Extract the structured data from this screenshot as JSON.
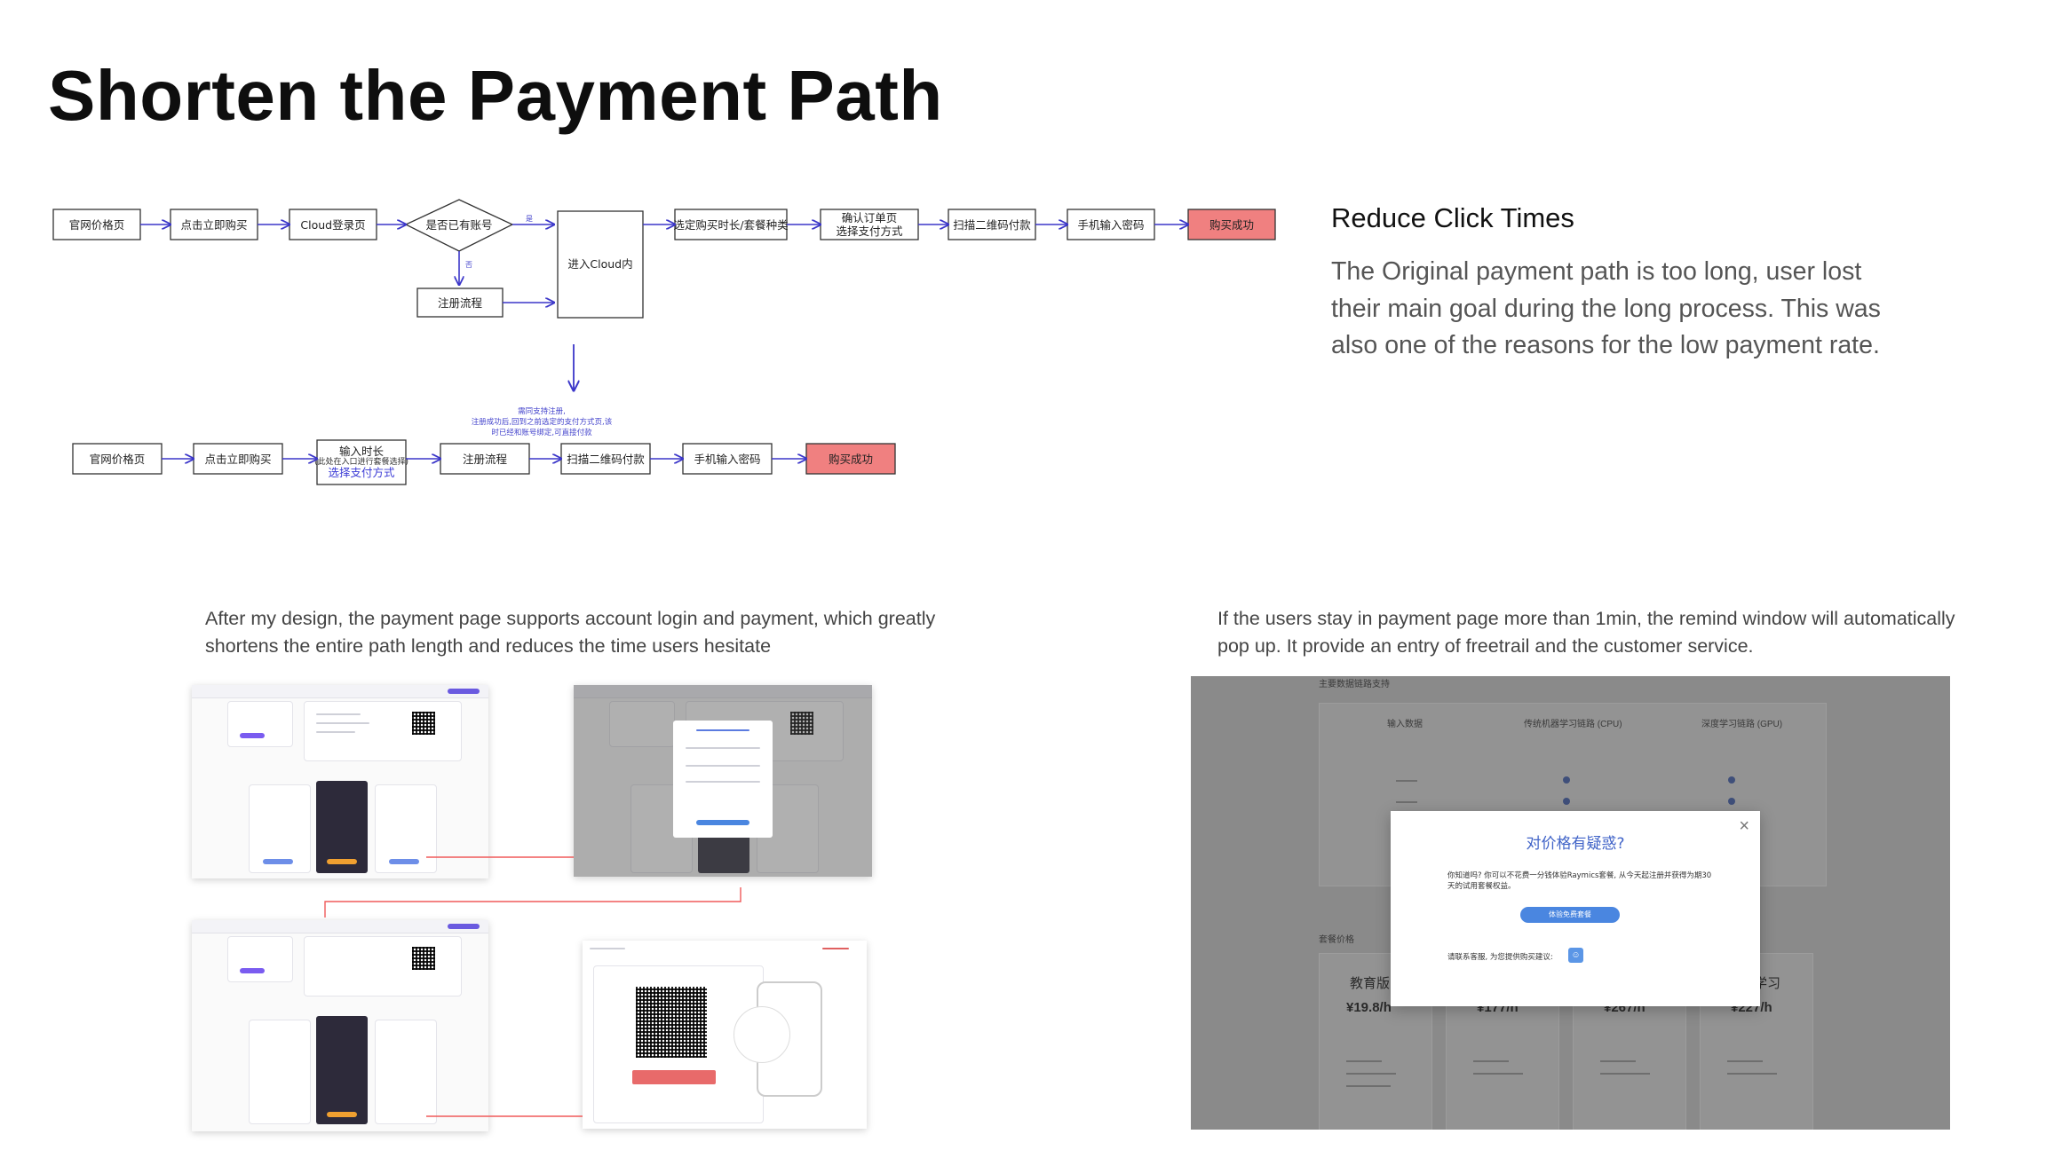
{
  "title": "Shorten the Payment Path",
  "flow": {
    "original": [
      "官网价格页",
      "点击立即购买",
      "Cloud登录页",
      "是否已有账号",
      "进入Cloud内",
      "选定购买时长/套餐种类",
      "确认订单页",
      "选择支付方式",
      "扫描二维码付款",
      "手机输入密码",
      "购买成功"
    ],
    "register": "注册流程",
    "yes": "是",
    "no": "否",
    "new": [
      "官网价格页",
      "点击立即购买",
      "输入时长",
      "选择支付方式",
      "注册流程",
      "扫描二维码付款",
      "手机输入密码",
      "购买成功"
    ],
    "small_note": "(此处在入口进行套餐选择)",
    "note_lines": [
      "需同支持注册,",
      "注册成功后,回到之前选定的支付方式页,该",
      "时已经和账号绑定,可直接付款"
    ],
    "success_color": "#f08080",
    "arrow_color": "#3b36c9"
  },
  "side": {
    "heading": "Reduce Click Times",
    "body": "The Original payment path is too long, user lost their main goal during the long process. This was also one of the reasons for the low payment rate."
  },
  "captions": {
    "left": "After my design, the payment page supports account login and payment, which greatly shortens the entire path length and reduces the time users hesitate",
    "right": "If the users stay in payment page more than 1min, the remind window will automatically pop up. It provide an entry of freetrail and the customer service."
  },
  "bigshot": {
    "section_title": "主要数据链路支持",
    "col_headers": [
      "输入数据",
      "传统机器学习链路 (CPU)",
      "深度学习链路 (GPU)"
    ],
    "price_heading": "套餐价格",
    "price_titles": [
      "教育版",
      "",
      "",
      "深度学习"
    ],
    "prices": [
      "¥19.8/h",
      "¥177/h",
      "¥267/h",
      "¥227/h"
    ]
  },
  "dialog": {
    "title": "对价格有疑惑?",
    "body": "你知道吗? 你可以不花费一分钱体验Raymics套餐, 从今天起注册并获得为期30天的试用套餐权益。",
    "button": "体验免费套餐",
    "contact": "请联系客服, 为您提供购买建议:",
    "close": "×"
  }
}
